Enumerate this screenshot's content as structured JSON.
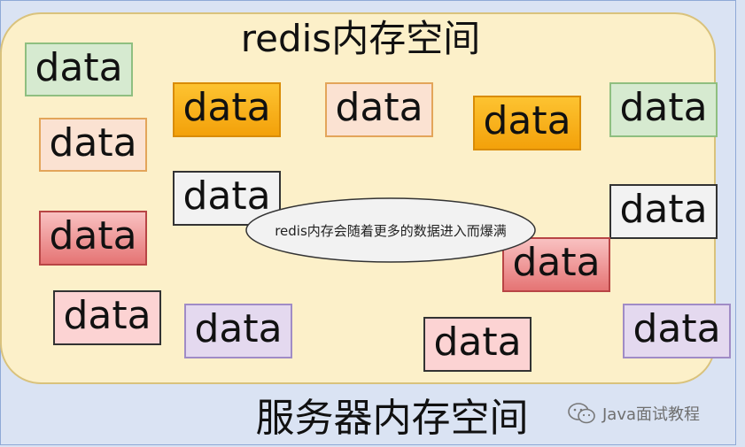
{
  "redis_area": {
    "title": "redis内存空间"
  },
  "server_area": {
    "title": "服务器内存空间"
  },
  "data_blocks": [
    {
      "label": "data",
      "style": "green"
    },
    {
      "label": "data",
      "style": "orange"
    },
    {
      "label": "data",
      "style": "peach"
    },
    {
      "label": "data",
      "style": "orange"
    },
    {
      "label": "data",
      "style": "green"
    },
    {
      "label": "data",
      "style": "peach"
    },
    {
      "label": "data",
      "style": "white"
    },
    {
      "label": "data",
      "style": "white"
    },
    {
      "label": "data",
      "style": "red"
    },
    {
      "label": "data",
      "style": "red"
    },
    {
      "label": "data",
      "style": "pink"
    },
    {
      "label": "data",
      "style": "lavender"
    },
    {
      "label": "data",
      "style": "pink"
    },
    {
      "label": "data",
      "style": "lavender"
    }
  ],
  "callout": {
    "text": "redis内存会随着更多的数据进入而爆满"
  },
  "watermark": {
    "text": "Java面试教程",
    "icon": "wechat-icon"
  }
}
